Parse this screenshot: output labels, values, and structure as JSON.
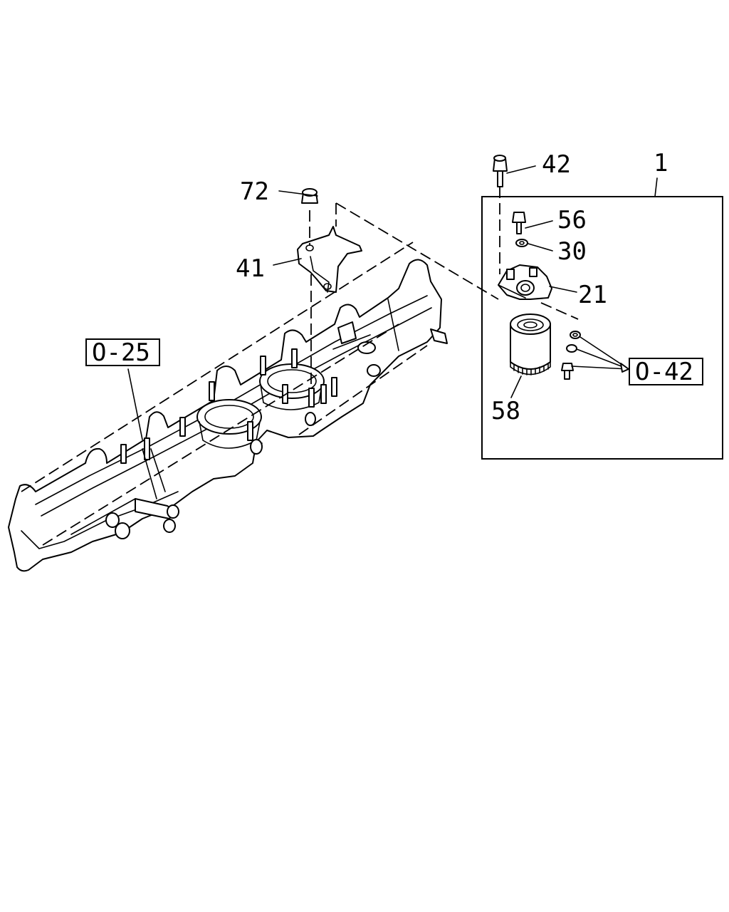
{
  "diagram": {
    "callouts": {
      "c42": "42",
      "c1": "1",
      "c72": "72",
      "c56": "56",
      "c30": "30",
      "c41": "41",
      "c21": "21",
      "c58": "58"
    },
    "references": {
      "r025": "O-25",
      "r042": "O-42"
    },
    "colors": {
      "line": "#000000",
      "background": "#ffffff"
    }
  }
}
